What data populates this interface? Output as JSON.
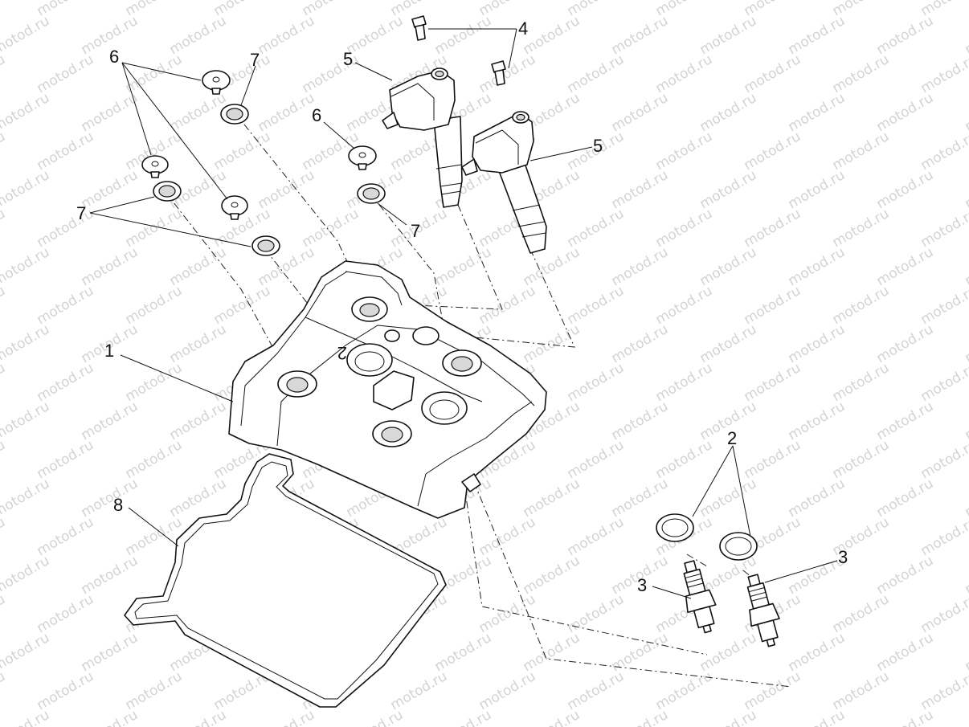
{
  "watermark": "motod.ru",
  "callouts": {
    "c1": "1",
    "c2": "2",
    "c3a": "3",
    "c3b": "3",
    "c4": "4",
    "c5a": "5",
    "c5b": "5",
    "c6a": "6",
    "c6b": "6",
    "c7a": "7",
    "c7b": "7",
    "c7c": "7",
    "c8": "8"
  },
  "cover_mark": "2",
  "colors": {
    "line": "#111111",
    "watermark": "#d3d3d3",
    "background": "#ffffff"
  }
}
